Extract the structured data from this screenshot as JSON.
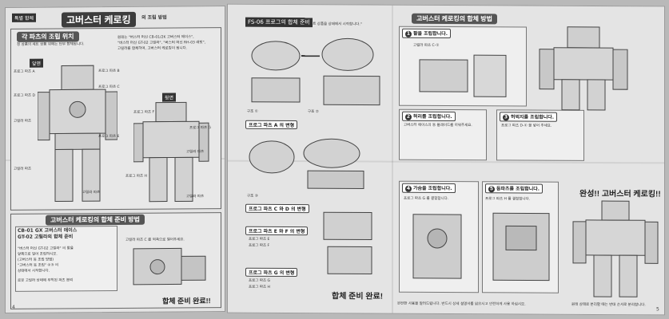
{
  "left": {
    "tag": "특별 합체",
    "title": "고버스터 케로킹",
    "title_suffix": "의 조립 방법",
    "section1_title": "각 파츠의 조립 위치",
    "section1_note": "청 상품의 세트 상품 위에는 단부 합체됩니다.",
    "intro_lines": [
      "원래는 \"버스터 머신 CB-01/2K 고버스터 에이스\",",
      "\"버스터 머신 GT-02 고릴라\", \"버스터 머신 RH-03 래빗\",",
      "고릴라를 합체하여, 고버스터 케로킹이 됩니다."
    ],
    "front_label": "앞면",
    "back_label": "뒷면",
    "part_labels_front": [
      "프로그 파츠 A",
      "프로그 파츠 B",
      "프로그 파츠 C",
      "프로그 파츠 D",
      "고릴라 파츠",
      "프로그 파츠 E",
      "고릴라 파츠",
      "고릴라 파츠"
    ],
    "part_labels_back": [
      "프로그 파츠 F",
      "프로그 파츠 G",
      "고릴라 파츠",
      "프로그 파츠 H",
      "고릴라 파츠"
    ],
    "section2_title": "고버스터 케로킹의 합체 준비 방법",
    "section2_sub1": "CB-01 GX 고버스터 에이스",
    "section2_sub2": "GT-02 고릴라의 합체 준비",
    "section2_lines": [
      "\"버스터 머신 GT-02 고릴라\" 의 팔을",
      "앞쪽으로 밀어 조립하시오.",
      "(고버스터 등 조립 방법)",
      "\"고버스터 등 조립\" ②③ 의",
      "상태에서 시작합니다."
    ],
    "section2_note": "로봇 고릴라 상태에 부착된 파츠 분리",
    "section2_side": "고릴라 파츠 C 를 외측으로 열어주세요.",
    "prep_done": "합체 준비 완료!!",
    "page_num": "4"
  },
  "right": {
    "fs_tag": "FS-06 프로그의 합체 준비",
    "fs_note": "\"세트 상품을 상태에서 시작합니다.\"",
    "step_labels": [
      "프로그 파츠 A 의 변형",
      "프로그 파츠 C 와 D 의 변형",
      "프로그 파츠 E 와 F 의 변형",
      "프로그 파츠 G 의 변형"
    ],
    "fig_notes": [
      "구조 ①",
      "구조 ②",
      "구조 ③"
    ],
    "prep_done": "합체 준비 완료!",
    "bottom_notes": [
      "프로그 파츠 E",
      "프로그 파츠 F",
      "프로그 파츠 G",
      "프로그 파츠 H"
    ],
    "center_note": "완전한 사용을 알려드립니다. 반드시 상세 설명서를 읽으시고 안전하게 사용 하십시오.",
    "combine_title": "고버스터 케로킹의 합체 방법",
    "steps": [
      {
        "num": "1",
        "label": "팔을 조립합니다."
      },
      {
        "num": "2",
        "label": "허리를 조립합니다."
      },
      {
        "num": "3",
        "label": "허벅지를 조립합니다."
      },
      {
        "num": "4",
        "label": "가슴을 조립합니다."
      },
      {
        "num": "5",
        "label": "등파츠를 조립합니다."
      }
    ],
    "step_notes": [
      "고릴라 파츠 C-①",
      "고버스터 에이스의 등 블레이드를 끼워주세요.",
      "프로그 파츠 D-① 을 넣어 주세요.",
      "프로그 파츠 G 를 결합합니다.",
      "프로그 파츠 H 를 결합합니다."
    ],
    "complete_title": "완성!! 고버스터 케로킹!!",
    "bottom_right_note": "원래 상태로 분리할 때는 반대 순서로 분리합니다.",
    "page_num": "5"
  }
}
